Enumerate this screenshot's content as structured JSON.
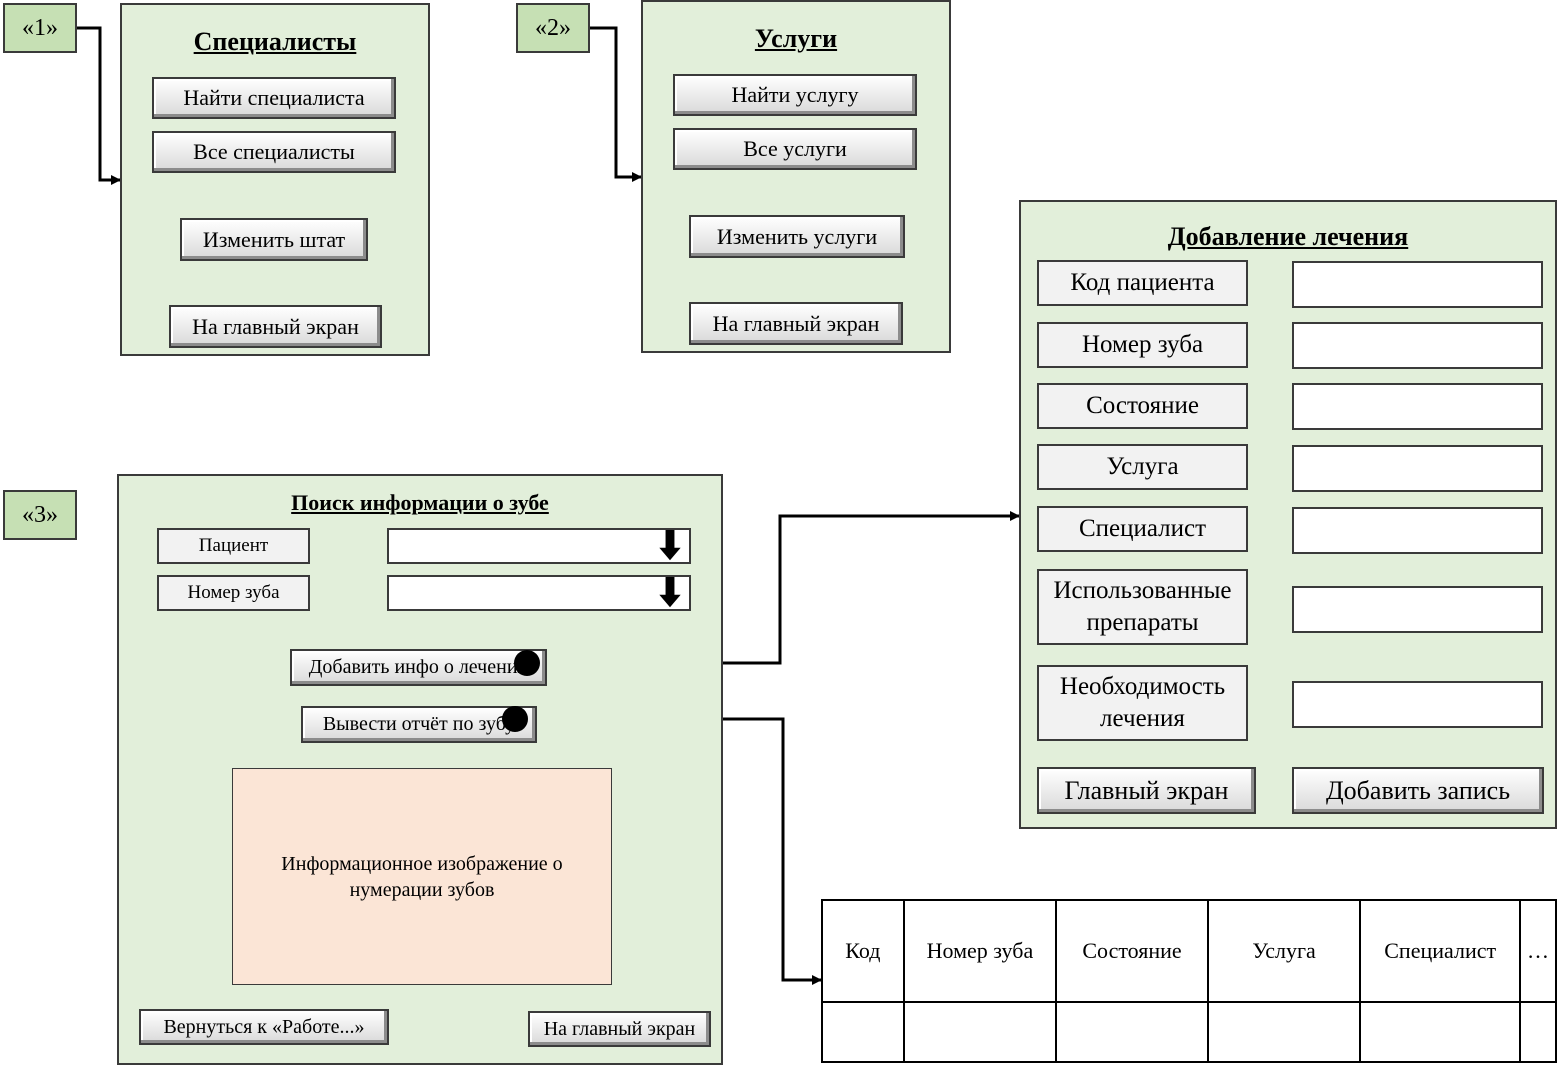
{
  "tags": {
    "t1": "«1»",
    "t2": "«2»",
    "t3": "«3»"
  },
  "specialists": {
    "title": "Специалисты",
    "find": "Найти специалиста",
    "all": "Все специалисты",
    "change": "Изменить штат",
    "home": "На главный экран"
  },
  "services": {
    "title": "Услуги",
    "find": "Найти услугу",
    "all": "Все услуги",
    "change": "Изменить услуги",
    "home": "На главный экран"
  },
  "tooth_search": {
    "title": "Поиск информации о зубе",
    "patient_label": "Пациент",
    "tooth_label": "Номер зуба",
    "add_treatment": "Добавить инфо о лечении",
    "report": "Вывести отчёт по зубу",
    "image_text": "Информационное изображение о нумерации зубов",
    "back": "Вернуться к «Работе...»",
    "home": "На главный экран"
  },
  "add_treatment": {
    "title": "Добавление лечения",
    "fields": [
      "Код пациента",
      "Номер зуба",
      "Состояние",
      "Услуга",
      "Специалист",
      "Использованные препараты",
      "Необходимость лечения"
    ],
    "home": "Главный экран",
    "add": "Добавить запись"
  },
  "report_table": {
    "headers": [
      "Код",
      "Номер зуба",
      "Состояние",
      "Услуга",
      "Специалист",
      "…"
    ]
  },
  "colors": {
    "panel": "#e2efda",
    "tag": "#c6e0b4",
    "image": "#fbe5d6"
  }
}
